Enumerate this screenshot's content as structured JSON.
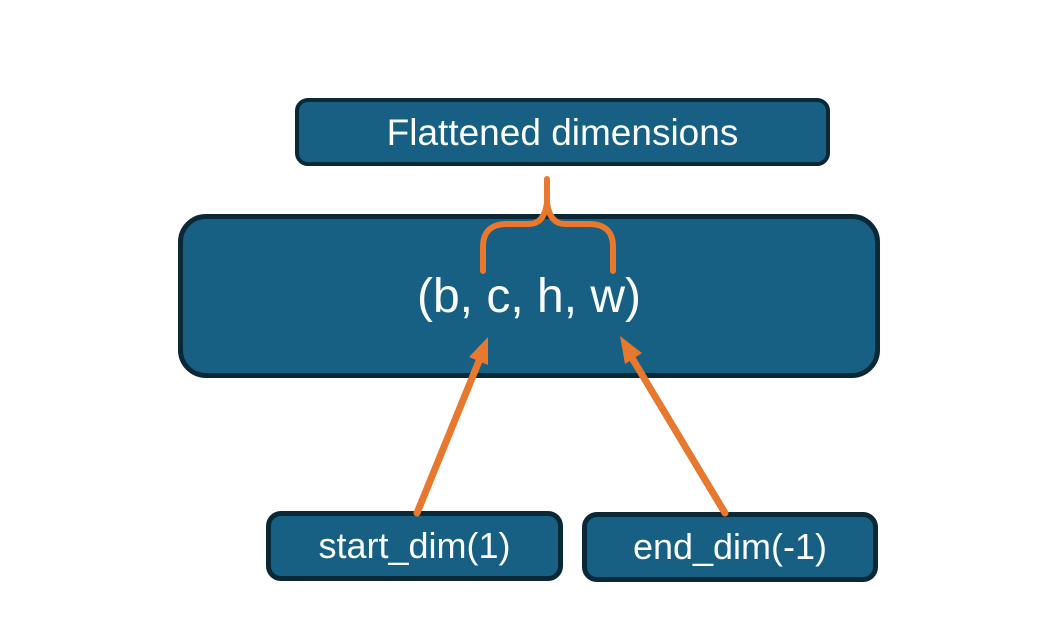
{
  "diagram": {
    "description": "Flatten operation diagram showing which tensor dimensions are flattened",
    "nodes": {
      "flattened": {
        "label": "Flattened dimensions"
      },
      "tuple": {
        "label": "(b, c, h, w)"
      },
      "start_dim": {
        "label": "start_dim(1)"
      },
      "end_dim": {
        "label": "end_dim(-1)"
      }
    },
    "connectors": {
      "brace": {
        "type": "curly-brace",
        "from": "flattened",
        "to": "tuple",
        "spans": "c, h, w"
      },
      "arrow_start": {
        "type": "arrow",
        "from": "start_dim",
        "points_at": "c"
      },
      "arrow_end": {
        "type": "arrow",
        "from": "end_dim",
        "points_at": "w"
      }
    }
  },
  "colors": {
    "node_fill": "#176083",
    "node_border": "#0b2836",
    "text": "#fafcfd",
    "arrow": "#e7782e",
    "background": "#ffffff"
  }
}
